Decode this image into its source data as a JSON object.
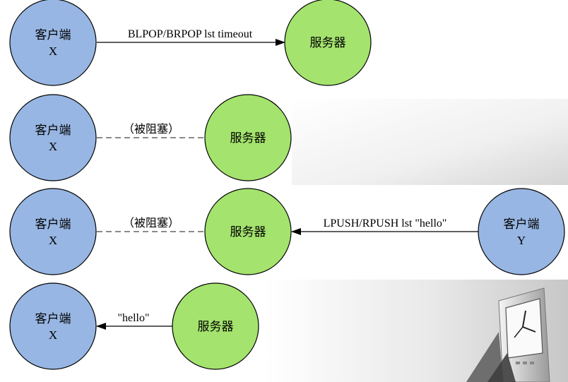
{
  "labels": {
    "client": "客户端",
    "server": "服务器",
    "blocked": "（被阻塞）",
    "client_x": "X",
    "client_y": "Y"
  },
  "rows": [
    {
      "edges": [
        {
          "text": "BLPOP/BRPOP lst timeout",
          "style": "solid",
          "arrow": "to-server"
        }
      ]
    },
    {
      "edges": [
        {
          "text": "（被阻塞）",
          "style": "dashed",
          "arrow": "none"
        }
      ]
    },
    {
      "edges": [
        {
          "text": "（被阻塞）",
          "style": "dashed",
          "arrow": "none"
        },
        {
          "text": "LPUSH/RPUSH lst \"hello\"",
          "style": "solid",
          "arrow": "to-server"
        }
      ]
    },
    {
      "edges": [
        {
          "text": "\"hello\"",
          "style": "solid",
          "arrow": "to-client"
        }
      ]
    }
  ],
  "colors": {
    "client_fill": "#97b6e3",
    "server_fill": "#a4e36e",
    "stroke": "#000000",
    "dash": "#444444"
  }
}
